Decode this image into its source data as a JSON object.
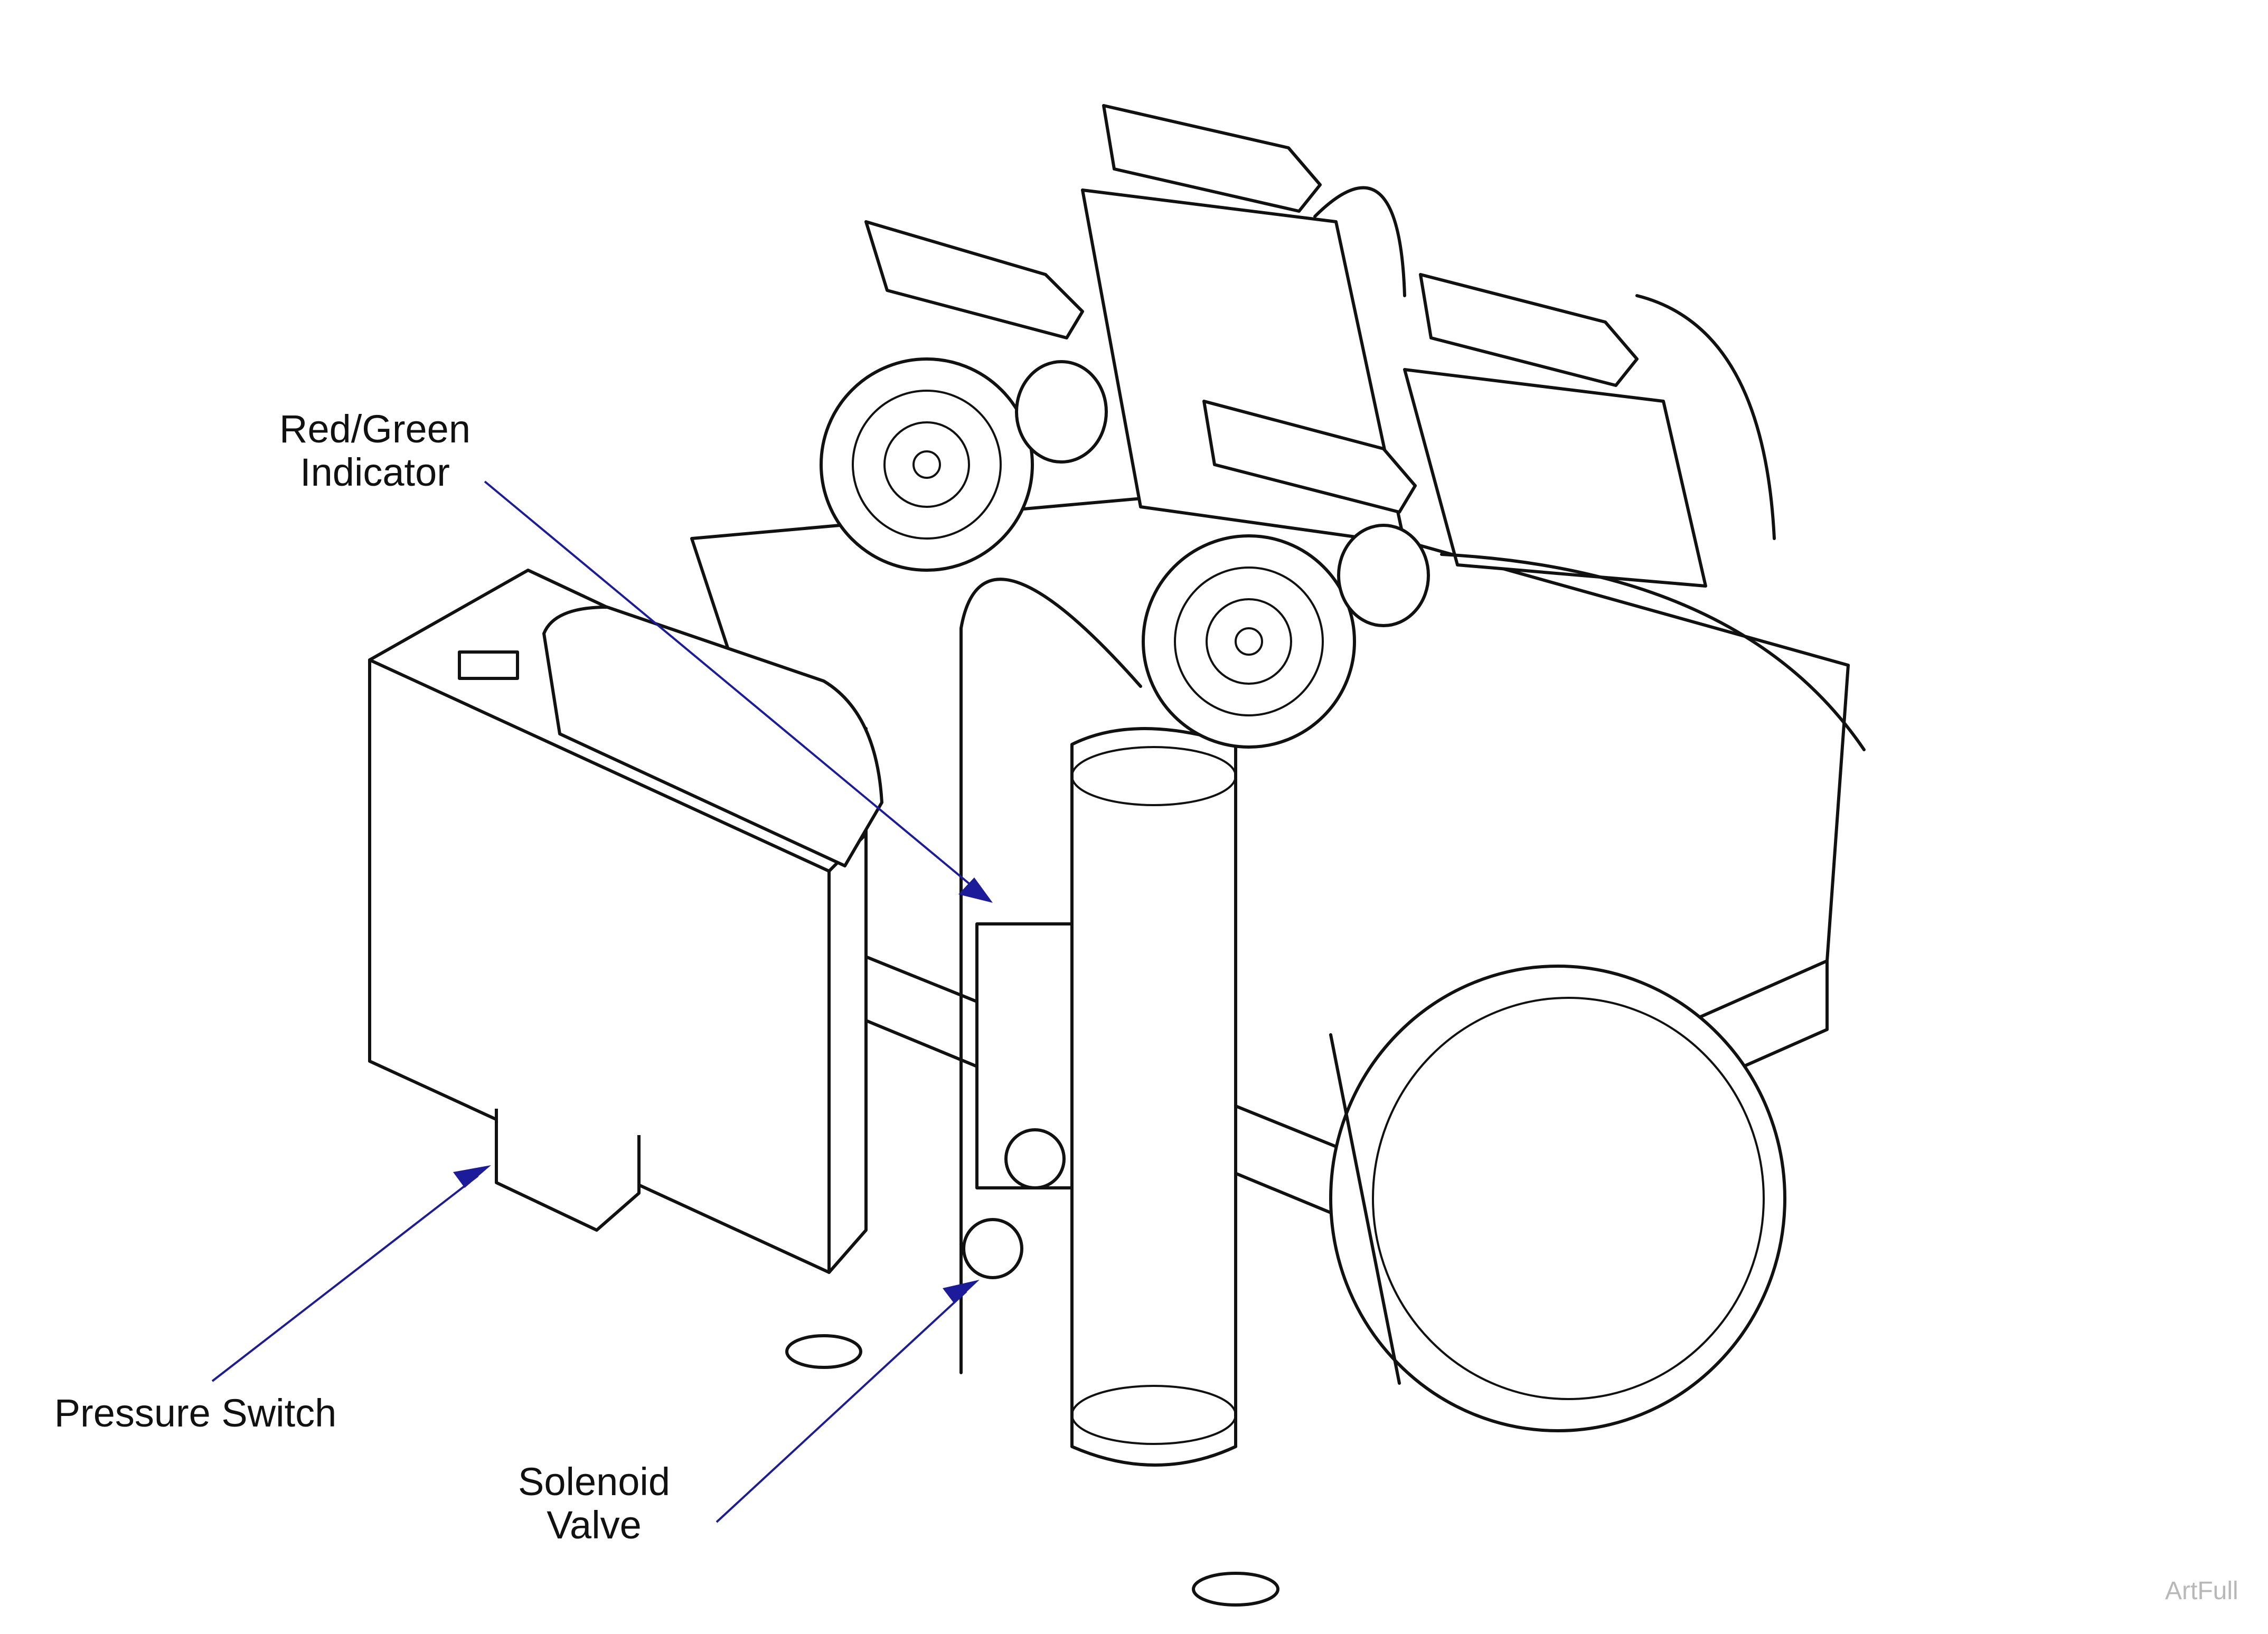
{
  "labels": {
    "red_green_indicator": "Red/Green\nIndicator",
    "pressure_switch": "Pressure Switch",
    "solenoid_valve": "Solenoid\nValve"
  },
  "watermark": "ArtFull",
  "colors": {
    "linework": "#111111",
    "callout": "#1c1c9a",
    "watermark": "#b8b8b8",
    "background": "#ffffff"
  }
}
